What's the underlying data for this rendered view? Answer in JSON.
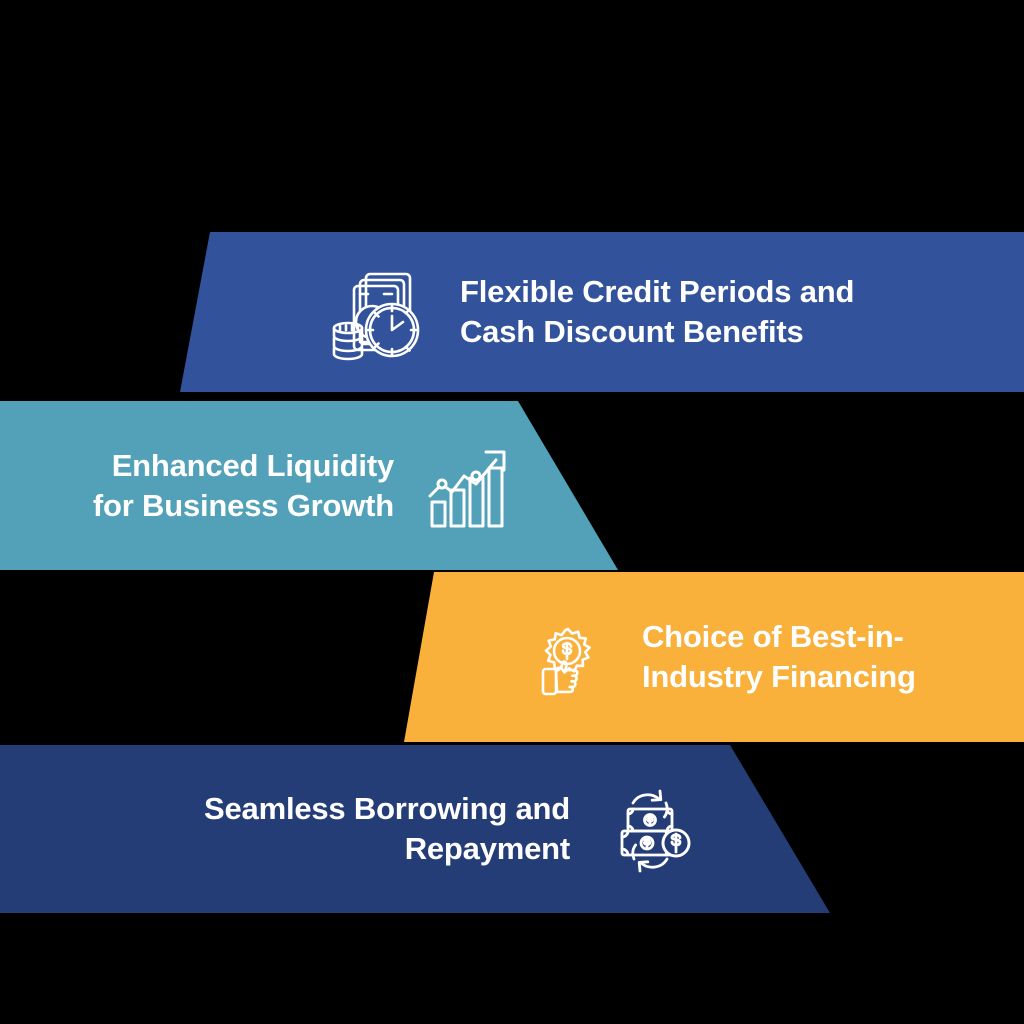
{
  "graphic": {
    "type": "benefits-infographic",
    "background_color": "#000000",
    "text_color": "#ffffff"
  },
  "bands": [
    {
      "id": "band-1",
      "title": "Flexible Credit Periods and\nCash Discount Benefits",
      "color": "#32529B",
      "icon": "cash-clock-icon",
      "icon_side": "left",
      "text_align": "left"
    },
    {
      "id": "band-2",
      "title": "Enhanced Liquidity\nfor Business Growth",
      "color": "#52A1B8",
      "icon": "growth-chart-icon",
      "icon_side": "right",
      "text_align": "right"
    },
    {
      "id": "band-3",
      "title": "Choice of Best-in-\nIndustry Financing",
      "color": "#F9B13C",
      "icon": "thumbs-up-dollar-badge-icon",
      "icon_side": "left",
      "text_align": "left"
    },
    {
      "id": "band-4",
      "title": "Seamless Borrowing and\nRepayment",
      "color": "#253D77",
      "icon": "money-exchange-cycle-icon",
      "icon_side": "right",
      "text_align": "right"
    }
  ]
}
